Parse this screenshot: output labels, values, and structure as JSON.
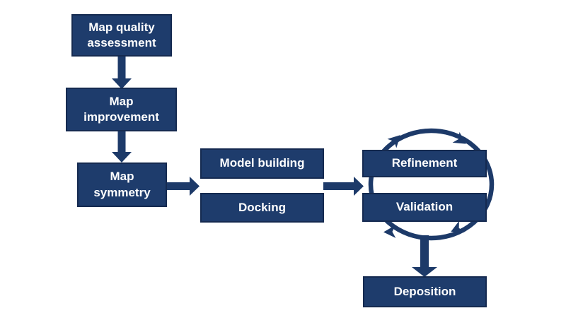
{
  "diagram": {
    "background_color": "#ffffff",
    "colors": {
      "box_fill": "#1e3c6c",
      "box_border": "#152a50",
      "arrow": "#1d3a69",
      "text": "#ffffff"
    },
    "nodes": [
      {
        "id": "map-quality",
        "label": "Map quality\nassessment"
      },
      {
        "id": "map-improvement",
        "label": "Map\nimprovement"
      },
      {
        "id": "map-symmetry",
        "label": "Map\nsymmetry"
      },
      {
        "id": "model-building",
        "label": "Model building"
      },
      {
        "id": "docking",
        "label": "Docking"
      },
      {
        "id": "refinement",
        "label": "Refinement"
      },
      {
        "id": "validation",
        "label": "Validation"
      },
      {
        "id": "deposition",
        "label": "Deposition"
      }
    ],
    "flows": [
      {
        "from": "map-quality",
        "to": "map-improvement",
        "direction": "down"
      },
      {
        "from": "map-improvement",
        "to": "map-symmetry",
        "direction": "down"
      },
      {
        "from": "map-symmetry",
        "to": "model-building / docking",
        "direction": "right"
      },
      {
        "from": "model-building / docking",
        "to": "refinement / validation",
        "direction": "right"
      },
      {
        "from": "refinement / validation",
        "to": "deposition",
        "direction": "down"
      }
    ],
    "cycle": {
      "between": [
        "refinement",
        "validation"
      ],
      "direction": "clockwise",
      "arrowhead_count": 4
    }
  }
}
